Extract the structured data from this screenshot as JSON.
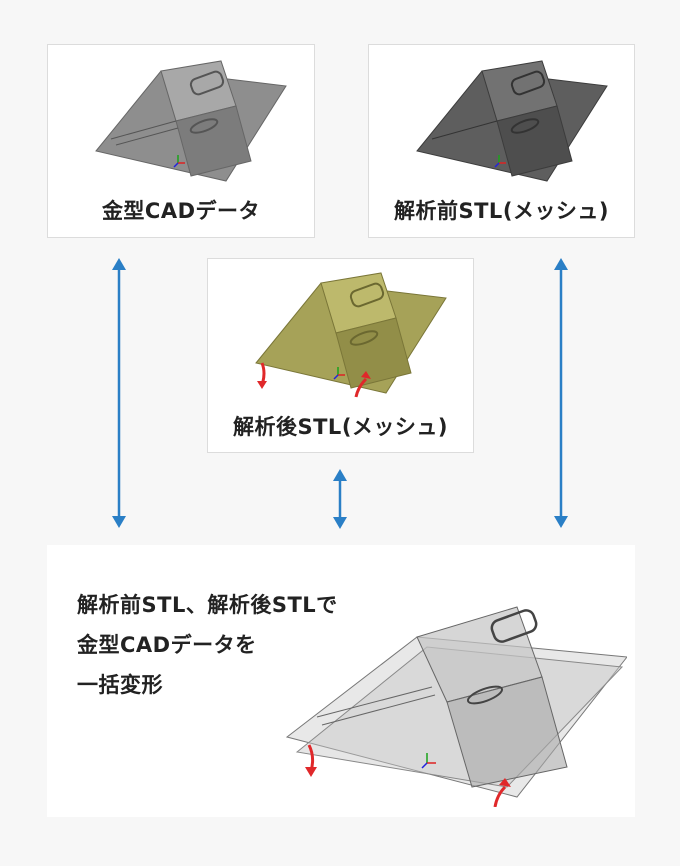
{
  "cards": {
    "cad": {
      "label": "金型CADデータ",
      "fill": "#8a8a8a"
    },
    "pre": {
      "label": "解析前STL(メッシュ)",
      "fill": "#5c5c5c"
    },
    "post": {
      "label": "解析後STL(メッシュ)",
      "fill": "#a6a258"
    }
  },
  "result": {
    "lines": [
      "解析前STL、解析後STLで",
      "金型CADデータを",
      "一括変形"
    ]
  },
  "colors": {
    "connector": "#2a7fc6",
    "deform_arrow": "#e0282a"
  },
  "icons": {
    "connector": "double-headed-arrow-icon",
    "deform": "deformation-arrow-icon",
    "axis": "axis-triad-icon"
  }
}
